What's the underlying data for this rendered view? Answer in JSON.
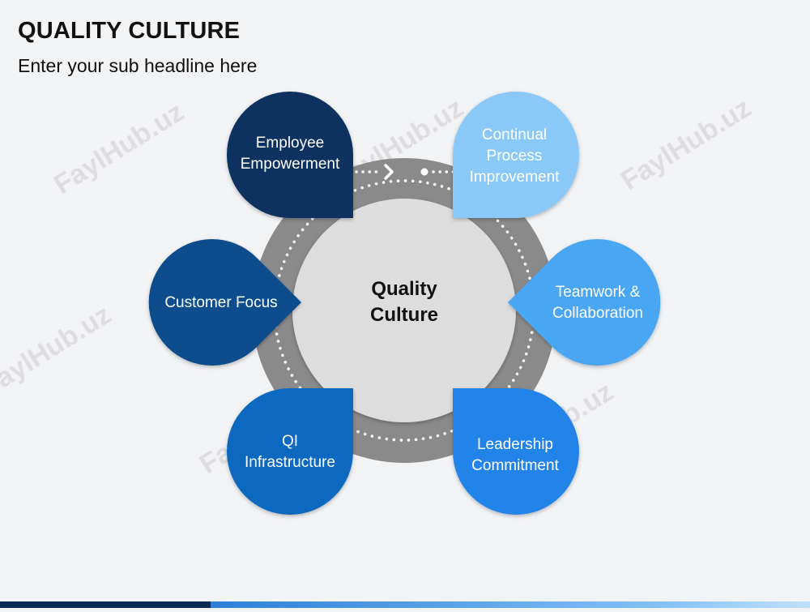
{
  "header": {
    "title": "QUALITY CULTURE",
    "subtitle": "Enter your sub headline here"
  },
  "watermark": "FaylHub.uz",
  "center": {
    "label": "Quality\nCulture"
  },
  "petals": [
    {
      "id": "employee-empowerment",
      "label": "Employee\nEmpowerment",
      "color": "#0d3361"
    },
    {
      "id": "continual-process-improvement",
      "label": "Continual\nProcess\nImprovement",
      "color": "#8ac8f8"
    },
    {
      "id": "teamwork-collaboration",
      "label": "Teamwork &\nCollaboration",
      "color": "#49a6f2"
    },
    {
      "id": "leadership-commitment",
      "label": "Leadership\nCommitment",
      "color": "#2383e8"
    },
    {
      "id": "qi-infrastructure",
      "label": "QI\nInfrastructure",
      "color": "#0f68c0"
    },
    {
      "id": "customer-focus",
      "label": "Customer Focus",
      "color": "#0e4d8d"
    }
  ],
  "colors": {
    "ring_outer": "#8a8a8a",
    "ring_inner": "#6e6e6e",
    "center_fill": "#dddddd",
    "dots": "#ffffff"
  }
}
